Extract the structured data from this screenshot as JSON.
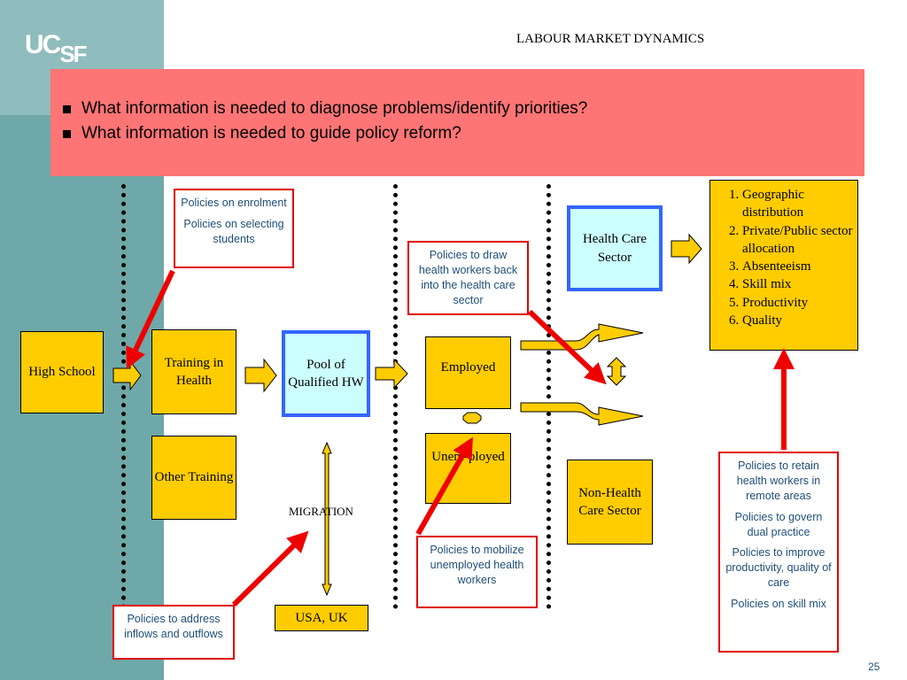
{
  "slide": {
    "title": "LABOUR MARKET DYNAMICS",
    "logo": {
      "uc": "UC",
      "sf": "SF"
    },
    "page_number": "25",
    "questions": [
      "What information is needed to diagnose problems/identify priorities?",
      "What information is needed to guide policy reform?"
    ]
  },
  "nodes": {
    "high_school": "High School",
    "training_health": "Training in Health",
    "other_training": "Other Training",
    "pool": "Pool of Qualified HW",
    "employed": "Employed",
    "unemployed": "Unem-ployed",
    "health_sector": "Health Care Sector",
    "non_health_sector": "Non-Health Care Sector",
    "usa_uk": "USA, UK",
    "migration": "MIGRATION"
  },
  "indicators": [
    "Geographic distribution",
    "Private/Public sector allocation",
    "Absenteeism",
    "Skill mix",
    "Productivity",
    "Quality"
  ],
  "policies": {
    "enrolment": [
      "Policies on enrolment",
      "Policies on selecting students"
    ],
    "draw_back": "Policies to draw health workers back into the health care sector",
    "mobilize": "Policies to mobilize unemployed health workers",
    "inflows": "Policies to address inflows and outflows",
    "retain": [
      "Policies to retain health workers in remote areas",
      "Policies to govern dual practice",
      "Policies to improve productivity, quality of care",
      "Policies on skill mix"
    ]
  },
  "colors": {
    "banner": "#ff7575",
    "box_fill": "#ffcc00",
    "pool_fill": "#ccffff",
    "pool_border": "#3366ff",
    "policy_border": "#e00000",
    "policy_text": "#1f4e79",
    "red_arrow": "#ee0000",
    "sidebar": "#6fa8a8"
  }
}
